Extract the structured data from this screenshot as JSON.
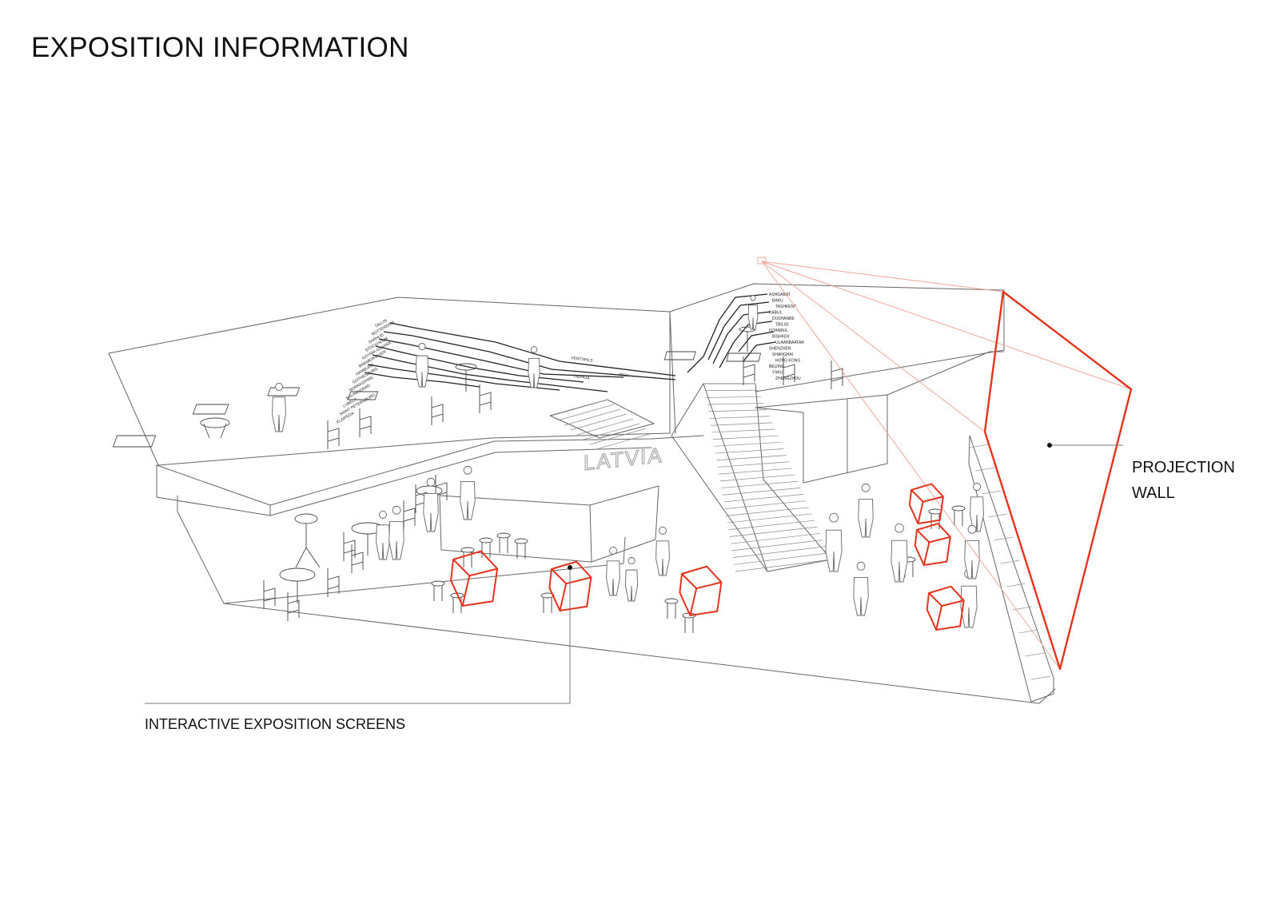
{
  "title": "EXPOSITION INFORMATION",
  "labels": {
    "projection_line1": "PROJECTION",
    "projection_line2": "WALL",
    "screens": "INTERACTIVE EXPOSITION SCREENS"
  },
  "map_west": [
    "TALLIN",
    "ROTTERDAM",
    "AARHUS",
    "STOCKHOLM",
    "GDYNIA GDANSK",
    "BREMERHAVEN",
    "HAMBURG",
    "GOTHENBURG",
    "NORRKOPING",
    "KALININGRAD",
    "LUBECK",
    "SAINT PETERSBURG",
    "KLAIPEDA",
    "LIEPAJA",
    "VENTSPILS"
  ],
  "map_west_right": {
    "ventspils": "VENTSPILS",
    "liepaja": "LIEPAJA",
    "riga": "RIGA"
  },
  "map_east": [
    "ASHGABAT",
    "BAKU",
    "TASHKENT",
    "KABUL",
    "DUSHANBE",
    "TBILISI",
    "ISTANBUL",
    "BISHKEK",
    "ULAANBAATAR",
    "SHENZHEN",
    "SHANGHAI",
    "HONG KONG",
    "BEIJING",
    "YIWU",
    "ZHENGZHOU"
  ],
  "wall_sign": "LATVIA",
  "colors": {
    "accent": "#e8331c",
    "line": "#555555",
    "light_line": "#9a9a9a",
    "text": "#111111"
  }
}
